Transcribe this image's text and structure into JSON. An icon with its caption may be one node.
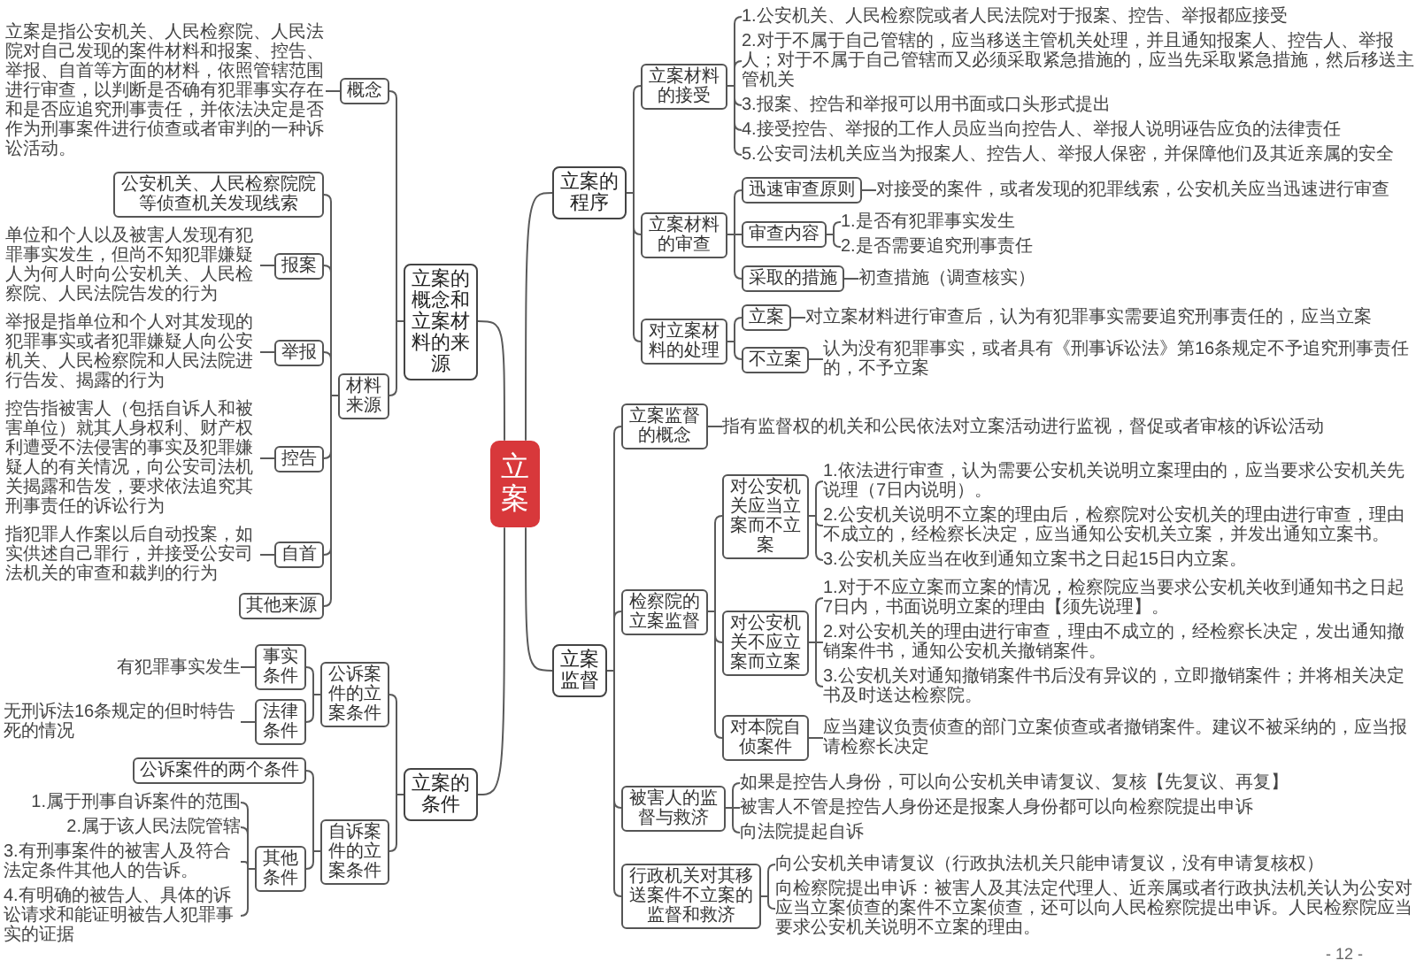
{
  "diagram": {
    "nodes": [
      {
        "text": [
          "立案"
        ]
      },
      {
        "text": [
          "立案的概念和立案材料的来源"
        ]
      },
      {
        "text": [
          "概念"
        ]
      },
      {
        "text": [
          "立案是指公安机关、人民检察院、人民法院对自己发现的案件材料和报案、控告、举报、自首等方面的材料，依照管辖范围进行审查，以判断是否确有犯罪事实存在和是否应追究刑事责任，并依法决定是否作为刑事案件进行侦查或者审判的一种诉讼活动。"
        ]
      },
      {
        "text": [
          "材料来源"
        ]
      },
      {
        "text": [
          "公安机关、人民检察院院等侦查机关发现线索"
        ]
      },
      {
        "text": [
          "报案"
        ]
      },
      {
        "text": [
          "单位和个人以及被害人发现有犯罪事实发生，但尚不知犯罪嫌疑人为何人时向公安机关、人民检察院、人民法院告发的行为"
        ]
      },
      {
        "text": [
          "举报"
        ]
      },
      {
        "text": [
          "举报是指单位和个人对其发现的犯罪事实或者犯罪嫌疑人向公安机关、人民检察院和人民法院进行告发、揭露的行为"
        ]
      },
      {
        "text": [
          "控告"
        ]
      },
      {
        "text": [
          "控告指被害人（包括自诉人和被害单位）就其人身权利、财产权利遭受不法侵害的事实及犯罪嫌疑人的有关情况，向公安司法机关揭露和告发，要求依法追究其刑事责任的诉讼行为"
        ]
      },
      {
        "text": [
          "自首"
        ]
      },
      {
        "text": [
          "指犯罪人作案以后自动投案，如实供述自己罪行，并接受公安司法机关的审查和裁判的行为"
        ]
      },
      {
        "text": [
          "其他来源"
        ]
      },
      {
        "text": [
          "立案的条件"
        ]
      },
      {
        "text": [
          "公诉案件的立案条件"
        ]
      },
      {
        "text": [
          "事实条件"
        ]
      },
      {
        "text": [
          "有犯罪事实发生"
        ]
      },
      {
        "text": [
          "法律条件"
        ]
      },
      {
        "text": [
          "无刑诉法16条规定的但时特告死的情况"
        ]
      },
      {
        "text": [
          "自诉案件的立案条件"
        ]
      },
      {
        "text": [
          "公诉案件的两个条件"
        ]
      },
      {
        "text": [
          "其他条件"
        ]
      },
      {
        "text": [
          "1.属于刑事自诉案件的范围"
        ]
      },
      {
        "text": [
          "2.属于该人民法院管辖"
        ]
      },
      {
        "text": [
          "3.有刑事案件的被害人及符合法定条件其他人的告诉。"
        ]
      },
      {
        "text": [
          "4.有明确的被告人、具体的诉讼请求和能证明被告人犯罪事实的证据"
        ]
      },
      {
        "text": [
          "立案的程序"
        ]
      },
      {
        "text": [
          "立案材料的接受"
        ]
      },
      {
        "text": [
          "1.公安机关、人民检察院或者人民法院对于报案、控告、举报都应接受"
        ]
      },
      {
        "text": [
          "2.对于不属于自己管辖的，应当移送主管机关处理，并且通知报案人、控告人、举报人；对于不属于自己管辖而又必须采取紧急措施的，应当先采取紧急措施，然后移送主管机关"
        ]
      },
      {
        "text": [
          "3.报案、控告和举报可以用书面或口头形式提出"
        ]
      },
      {
        "text": [
          "4.接受控告、举报的工作人员应当向控告人、举报人说明诬告应负的法律责任"
        ]
      },
      {
        "text": [
          "5.公安司法机关应当为报案人、控告人、举报人保密，并保障他们及其近亲属的安全"
        ]
      },
      {
        "text": [
          "立案材料的审查"
        ]
      },
      {
        "text": [
          "迅速审查原则"
        ]
      },
      {
        "text": [
          "对接受的案件，或者发现的犯罪线索，公安机关应当迅速进行审查"
        ]
      },
      {
        "text": [
          "审查内容"
        ]
      },
      {
        "text": [
          "1.是否有犯罪事实发生"
        ]
      },
      {
        "text": [
          "2.是否需要追究刑事责任"
        ]
      },
      {
        "text": [
          "采取的措施"
        ]
      },
      {
        "text": [
          "初查措施（调查核实）"
        ]
      },
      {
        "text": [
          "对立案材料的处理"
        ]
      },
      {
        "text": [
          "立案"
        ]
      },
      {
        "text": [
          "对立案材料进行审查后，认为有犯罪事实需要追究刑事责任的，应当立案"
        ]
      },
      {
        "text": [
          "不立案"
        ]
      },
      {
        "text": [
          "认为没有犯罪事实，或者具有《刑事诉讼法》第16条规定不予追究刑事责任的，不予立案"
        ]
      },
      {
        "text": [
          "立案监督"
        ]
      },
      {
        "text": [
          "立案监督的概念"
        ]
      },
      {
        "text": [
          "指有监督权的机关和公民依法对立案活动进行监视，督促或者审核的诉讼活动"
        ]
      },
      {
        "text": [
          "检察院的立案监督"
        ]
      },
      {
        "text": [
          "对公安机关应当立案而不立案"
        ]
      },
      {
        "text": [
          "1.依法进行审查，认为需要公安机关说明立案理由的，应当要求公安机关先说理（7日内说明）。"
        ]
      },
      {
        "text": [
          "2.公安机关说明不立案的理由后，检察院对公安机关的理由进行审查，理由不成立的，经检察长决定，应当通知公安机关立案，并发出通知立案书。"
        ]
      },
      {
        "text": [
          "3.公安机关应当在收到通知立案书之日起15日内立案。"
        ]
      },
      {
        "text": [
          "对公安机关不应立案而立案"
        ]
      },
      {
        "text": [
          "1.对于不应立案而立案的情况，检察院应当要求公安机关收到通知书之日起7日内，书面说明立案的理由【须先说理】。"
        ]
      },
      {
        "text": [
          "2.对公安机关的理由进行审查，理由不成立的，经检察长决定，发出通知撤销案件书，通知公安机关撤销案件。"
        ]
      },
      {
        "text": [
          "3.公安机关对通知撤销案件书后没有异议的，立即撤销案件；并将相关决定书及时送达检察院。"
        ]
      },
      {
        "text": [
          "对本院自侦案件"
        ]
      },
      {
        "text": [
          "应当建议负责侦查的部门立案侦查或者撤销案件。建议不被采纳的，应当报请检察长决定"
        ]
      },
      {
        "text": [
          "被害人的监督与救济"
        ]
      },
      {
        "text": [
          "如果是控告人身份，可以向公安机关申请复议、复核【先复议、再复】"
        ]
      },
      {
        "text": [
          "被害人不管是控告人身份还是报案人身份都可以向检察院提出申诉"
        ]
      },
      {
        "text": [
          "向法院提起自诉"
        ]
      },
      {
        "text": [
          "行政机关对其移送案件不立案的监督和救济"
        ]
      },
      {
        "text": [
          "向公安机关申请复议（行政执法机关只能申请复议，没有申请复核权）"
        ]
      },
      {
        "text": [
          "向检察院提出申诉：被害人及其法定代理人、近亲属或者行政执法机关认为公安对应当立案侦查的案件不立案侦查，还可以向人民检察院提出申诉。人民检察院应当要求公安机关说明不立案的理由。"
        ]
      }
    ],
    "edges": [
      {
        "from": 0,
        "to": 1,
        "arrow": "none"
      },
      {
        "from": 1,
        "to": 2,
        "arrow": "none"
      },
      {
        "from": 2,
        "to": 3,
        "arrow": "none"
      },
      {
        "from": 1,
        "to": 4,
        "arrow": "none"
      },
      {
        "from": 4,
        "to": 5,
        "arrow": "none"
      },
      {
        "from": 4,
        "to": 6,
        "arrow": "none"
      },
      {
        "from": 6,
        "to": 7,
        "arrow": "none"
      },
      {
        "from": 4,
        "to": 8,
        "arrow": "none"
      },
      {
        "from": 8,
        "to": 9,
        "arrow": "none"
      },
      {
        "from": 4,
        "to": 10,
        "arrow": "none"
      },
      {
        "from": 10,
        "to": 11,
        "arrow": "none"
      },
      {
        "from": 4,
        "to": 12,
        "arrow": "none"
      },
      {
        "from": 12,
        "to": 13,
        "arrow": "none"
      },
      {
        "from": 4,
        "to": 14,
        "arrow": "none"
      },
      {
        "from": 0,
        "to": 15,
        "arrow": "none"
      },
      {
        "from": 15,
        "to": 16,
        "arrow": "none"
      },
      {
        "from": 16,
        "to": 17,
        "arrow": "none"
      },
      {
        "from": 17,
        "to": 18,
        "arrow": "none"
      },
      {
        "from": 16,
        "to": 19,
        "arrow": "none"
      },
      {
        "from": 19,
        "to": 20,
        "arrow": "none"
      },
      {
        "from": 15,
        "to": 21,
        "arrow": "none"
      },
      {
        "from": 21,
        "to": 22,
        "arrow": "none"
      },
      {
        "from": 21,
        "to": 23,
        "arrow": "none"
      },
      {
        "from": 23,
        "to": 24,
        "arrow": "none"
      },
      {
        "from": 23,
        "to": 25,
        "arrow": "none"
      },
      {
        "from": 23,
        "to": 26,
        "arrow": "none"
      },
      {
        "from": 23,
        "to": 27,
        "arrow": "none"
      },
      {
        "from": 0,
        "to": 28,
        "arrow": "none"
      },
      {
        "from": 28,
        "to": 29,
        "arrow": "none"
      },
      {
        "from": 29,
        "to": 30,
        "arrow": "none"
      },
      {
        "from": 29,
        "to": 31,
        "arrow": "none"
      },
      {
        "from": 29,
        "to": 32,
        "arrow": "none"
      },
      {
        "from": 29,
        "to": 33,
        "arrow": "none"
      },
      {
        "from": 29,
        "to": 34,
        "arrow": "none"
      },
      {
        "from": 28,
        "to": 35,
        "arrow": "none"
      },
      {
        "from": 35,
        "to": 36,
        "arrow": "none"
      },
      {
        "from": 36,
        "to": 37,
        "arrow": "none"
      },
      {
        "from": 35,
        "to": 38,
        "arrow": "none"
      },
      {
        "from": 38,
        "to": 39,
        "arrow": "none"
      },
      {
        "from": 38,
        "to": 40,
        "arrow": "none"
      },
      {
        "from": 35,
        "to": 41,
        "arrow": "none"
      },
      {
        "from": 41,
        "to": 42,
        "arrow": "none"
      },
      {
        "from": 28,
        "to": 43,
        "arrow": "none"
      },
      {
        "from": 43,
        "to": 44,
        "arrow": "none"
      },
      {
        "from": 44,
        "to": 45,
        "arrow": "none"
      },
      {
        "from": 43,
        "to": 46,
        "arrow": "none"
      },
      {
        "from": 46,
        "to": 47,
        "arrow": "none"
      },
      {
        "from": 0,
        "to": 48,
        "arrow": "none"
      },
      {
        "from": 48,
        "to": 49,
        "arrow": "none"
      },
      {
        "from": 49,
        "to": 50,
        "arrow": "none"
      },
      {
        "from": 48,
        "to": 51,
        "arrow": "none"
      },
      {
        "from": 51,
        "to": 52,
        "arrow": "none"
      },
      {
        "from": 52,
        "to": 53,
        "arrow": "none"
      },
      {
        "from": 52,
        "to": 54,
        "arrow": "none"
      },
      {
        "from": 52,
        "to": 55,
        "arrow": "none"
      },
      {
        "from": 51,
        "to": 56,
        "arrow": "none"
      },
      {
        "from": 56,
        "to": 57,
        "arrow": "none"
      },
      {
        "from": 56,
        "to": 58,
        "arrow": "none"
      },
      {
        "from": 56,
        "to": 59,
        "arrow": "none"
      },
      {
        "from": 51,
        "to": 60,
        "arrow": "none"
      },
      {
        "from": 60,
        "to": 61,
        "arrow": "none"
      },
      {
        "from": 48,
        "to": 62,
        "arrow": "none"
      },
      {
        "from": 62,
        "to": 63,
        "arrow": "none"
      },
      {
        "from": 62,
        "to": 64,
        "arrow": "none"
      },
      {
        "from": 62,
        "to": 65,
        "arrow": "none"
      },
      {
        "from": 48,
        "to": 66,
        "arrow": "none"
      },
      {
        "from": 66,
        "to": 67,
        "arrow": "none"
      },
      {
        "from": 66,
        "to": 68,
        "arrow": "none"
      }
    ],
    "labels": [
      "- 12 -"
    ]
  }
}
